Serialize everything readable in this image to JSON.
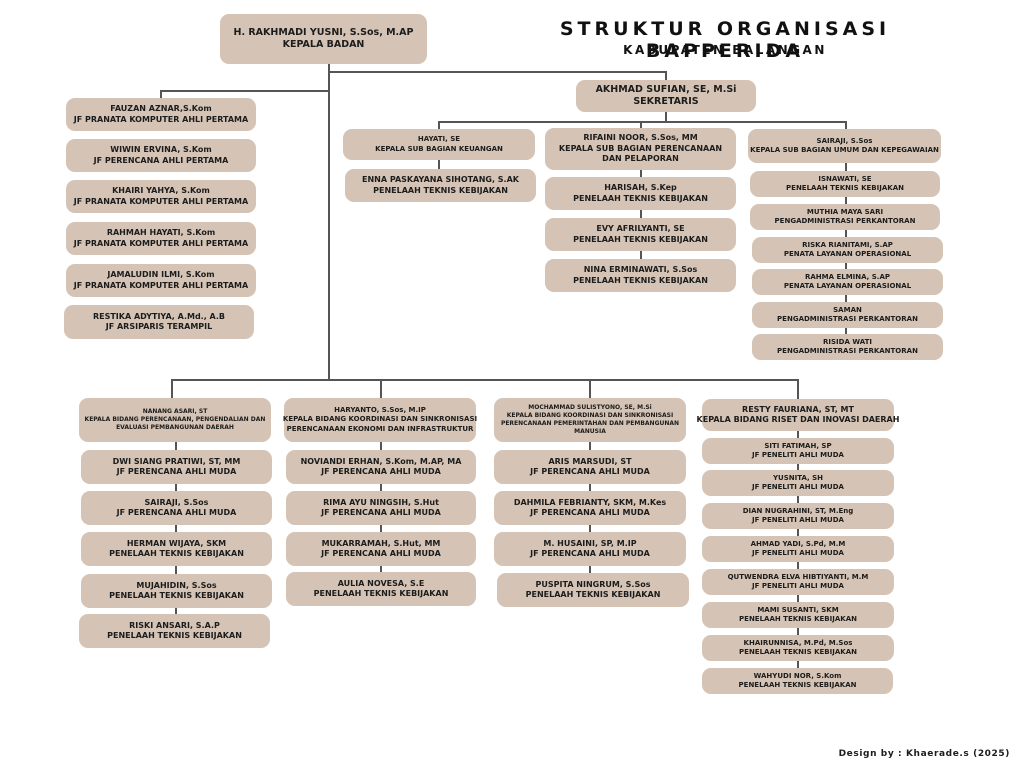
{
  "title": "STRUKTUR ORGANISASI BAPPERIDA",
  "subtitle": "KABUPATEN BALANGAN",
  "credit": "Design by : Khaerade.s (2025)",
  "head": {
    "name": "H. RAKHMADI YUSNI, S.Sos, M.AP",
    "role": "KEPALA BADAN"
  },
  "secretary": {
    "name": "AKHMAD SUFIAN, SE, M.Si",
    "role": "SEKRETARIS"
  },
  "functional": [
    {
      "name": "FAUZAN AZNAR,S.Kom",
      "role": "JF PRANATA KOMPUTER AHLI PERTAMA"
    },
    {
      "name": "WIWIN ERVINA, S.Kom",
      "role": "JF PERENCANA AHLI PERTAMA"
    },
    {
      "name": "KHAIRI YAHYA, S.Kom",
      "role": "JF PRANATA KOMPUTER AHLI PERTAMA"
    },
    {
      "name": "RAHMAH HAYATI, S.Kom",
      "role": "JF PRANATA KOMPUTER AHLI PERTAMA"
    },
    {
      "name": "JAMALUDIN ILMI, S.Kom",
      "role": "JF PRANATA KOMPUTER AHLI PERTAMA"
    },
    {
      "name": "RESTIKA ADYTIYA, A.Md., A.B",
      "role": "JF ARSIPARIS TERAMPIL"
    }
  ],
  "subbag": [
    {
      "head": {
        "name": "HAYATI, SE",
        "role": "KEPALA SUB BAGIAN KEUANGAN"
      },
      "members": [
        {
          "name": "ENNA PASKAYANA SIHOTANG, S.AK",
          "role": "PENELAAH TEKNIS KEBIJAKAN"
        }
      ]
    },
    {
      "head": {
        "name": "RIFAINI NOOR, S.Sos, MM",
        "role": "KEPALA SUB BAGIAN PERENCANAAN",
        "role2": "DAN PELAPORAN"
      },
      "members": [
        {
          "name": "HARISAH, S.Kep",
          "role": "PENELAAH TEKNIS KEBIJAKAN"
        },
        {
          "name": "EVY AFRILYANTI, SE",
          "role": "PENELAAH TEKNIS KEBIJAKAN"
        },
        {
          "name": "NINA ERMINAWATI, S.Sos",
          "role": "PENELAAH TEKNIS KEBIJAKAN"
        }
      ]
    },
    {
      "head": {
        "name": "SAIRAJI, S.Sos",
        "role": "KEPALA SUB BAGIAN UMUM DAN KEPEGAWAIAN"
      },
      "members": [
        {
          "name": "ISNAWATI, SE",
          "role": "PENELAAH TEKNIS KEBIJAKAN"
        },
        {
          "name": "MUTHIA MAYA SARI",
          "role": "PENGADMINISTRASI PERKANTORAN"
        },
        {
          "name": "RISKA RIANITAMI, S.AP",
          "role": "PENATA LAYANAN OPERASIONAL"
        },
        {
          "name": "RAHMA ELMINA, S.AP",
          "role": "PENATA LAYANAN OPERASIONAL"
        },
        {
          "name": "SAMAN",
          "role": "PENGADMINISTRASI PERKANTORAN"
        },
        {
          "name": "RISIDA WATI",
          "role": "PENGADMINISTRASI PERKANTORAN"
        }
      ]
    }
  ],
  "bidang": [
    {
      "head": {
        "name": "NANANG ASARI, ST",
        "role": "KEPALA BIDANG PERENCANAAN, PENGENDALIAN DAN",
        "role2": "EVALUASI PEMBANGUNAN DAERAH"
      },
      "members": [
        {
          "name": "DWI SIANG PRATIWI, ST, MM",
          "role": "JF PERENCANA AHLI MUDA"
        },
        {
          "name": "SAIRAJI, S.Sos",
          "role": "JF PERENCANA AHLI MUDA"
        },
        {
          "name": "HERMAN WIJAYA, SKM",
          "role": "PENELAAH TEKNIS KEBIJAKAN"
        },
        {
          "name": "MUJAHIDIN, S.Sos",
          "role": "PENELAAH TEKNIS KEBIJAKAN"
        },
        {
          "name": "RISKI ANSARI, S.A.P",
          "role": "PENELAAH TEKNIS KEBIJAKAN"
        }
      ]
    },
    {
      "head": {
        "name": "HARYANTO, S.Sos, M.IP",
        "role": "KEPALA BIDANG KOORDINASI DAN SINKRONISASI",
        "role2": "PERENCANAAN EKONOMI DAN INFRASTRUKTUR"
      },
      "members": [
        {
          "name": "NOVIANDI ERHAN, S.Kom, M.AP, MA",
          "role": "JF PERENCANA AHLI MUDA"
        },
        {
          "name": "RIMA AYU NINGSIH, S.Hut",
          "role": "JF PERENCANA AHLI MUDA"
        },
        {
          "name": "MUKARRAMAH, S.Hut, MM",
          "role": "JF PERENCANA AHLI MUDA"
        },
        {
          "name": "AULIA NOVESA, S.E",
          "role": "PENELAAH TEKNIS KEBIJAKAN"
        }
      ]
    },
    {
      "head": {
        "name": "MOCHAMMAD SULISTYONO, SE, M.Si",
        "role": "KEPALA BIDANG KOORDINASI DAN SINKRONISASI",
        "role2": "PERENCANAAN PEMERINTAHAN DAN PEMBANGUNAN",
        "role3": "MANUSIA"
      },
      "members": [
        {
          "name": "ARIS MARSUDI, ST",
          "role": "JF PERENCANA AHLI MUDA"
        },
        {
          "name": "DAHMILA FEBRIANTY, SKM, M.Kes",
          "role": "JF PERENCANA AHLI MUDA"
        },
        {
          "name": "M. HUSAINI, SP, M.IP",
          "role": "JF PERENCANA AHLI MUDA"
        },
        {
          "name": "PUSPITA NINGRUM, S.Sos",
          "role": "PENELAAH TEKNIS KEBIJAKAN"
        }
      ]
    },
    {
      "head": {
        "name": "RESTY FAURIANA, ST, MT",
        "role": "KEPALA BIDANG RISET DAN INOVASI DAERAH"
      },
      "members": [
        {
          "name": "SITI FATIMAH, SP",
          "role": "JF PENELITI AHLI MUDA"
        },
        {
          "name": "YUSNITA, SH",
          "role": "JF PENELITI AHLI MUDA"
        },
        {
          "name": "DIAN NUGRAHINI, ST, M.Eng",
          "role": "JF PENELITI AHLI MUDA"
        },
        {
          "name": "AHMAD YADI, S.Pd, M.M",
          "role": "JF PENELITI AHLI MUDA"
        },
        {
          "name": "QUTWENDRA ELVA HIBTIYANTI, M.M",
          "role": "JF PENELITI AHLI MUDA"
        },
        {
          "name": "MAMI SUSANTI, SKM",
          "role": "PENELAAH TEKNIS KEBIJAKAN"
        },
        {
          "name": "KHAIRUNNISA, M.Pd, M.Sos",
          "role": "PENELAAH TEKNIS KEBIJAKAN"
        },
        {
          "name": "WAHYUDI NOR, S.Kom",
          "role": "PENELAAH TEKNIS KEBIJAKAN"
        }
      ]
    }
  ]
}
